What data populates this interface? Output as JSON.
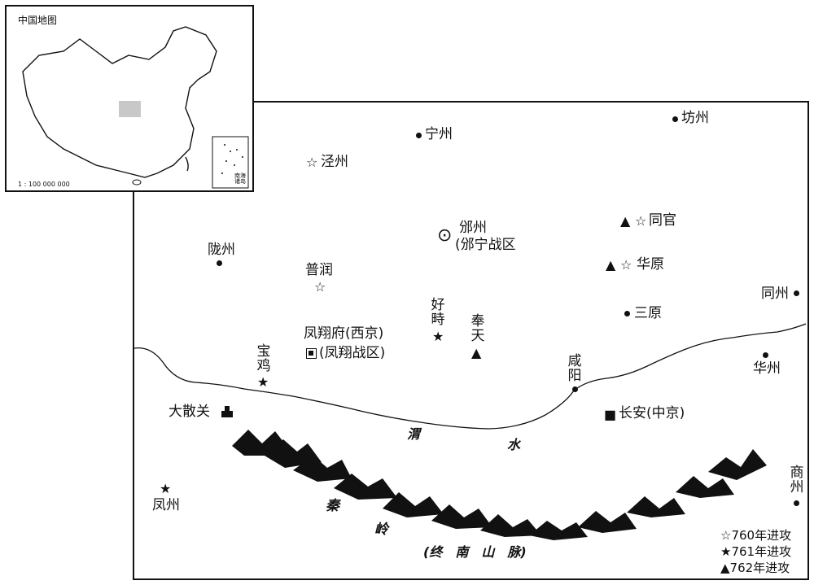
{
  "inset": {
    "title": "中国地图",
    "scale": "1 : 100 000 000",
    "south_sea_label": "南海诸岛"
  },
  "places": {
    "ningzhou": "宁州",
    "fangzhou": "坊州",
    "jingzhou": "泾州",
    "binzhou": "邠州",
    "binning": "(邠宁战区",
    "tongguan": "同官",
    "longzhou": "陇州",
    "purun": "普润",
    "huayuan": "华原",
    "tongzhou": "同州",
    "haozhi": "好畤",
    "fengtian": "奉天",
    "sanyuan": "三原",
    "fengxiang": "凤翔府(西京)",
    "fengxiang_zone": "(凤翔战区)",
    "baoji": "宝鸡",
    "xianyang": "咸阳",
    "huazhou": "华州",
    "dasanguan": "大散关",
    "changan": "长安(中京)",
    "fengzhou": "凤州",
    "shangzhou": "商州"
  },
  "rivers": {
    "wei1": "渭",
    "wei2": "水"
  },
  "mountains": {
    "qin": "秦",
    "ling": "岭",
    "zhongnan": "(终　南　山　脉)"
  },
  "legend": {
    "y760": "☆760年进攻",
    "y761": "★761年进攻",
    "y762": "▲762年进攻"
  },
  "icons": {
    "attack_760": "☆",
    "attack_761": "★",
    "attack_762": "▲",
    "capital": "■",
    "zone_center": "⊙"
  }
}
